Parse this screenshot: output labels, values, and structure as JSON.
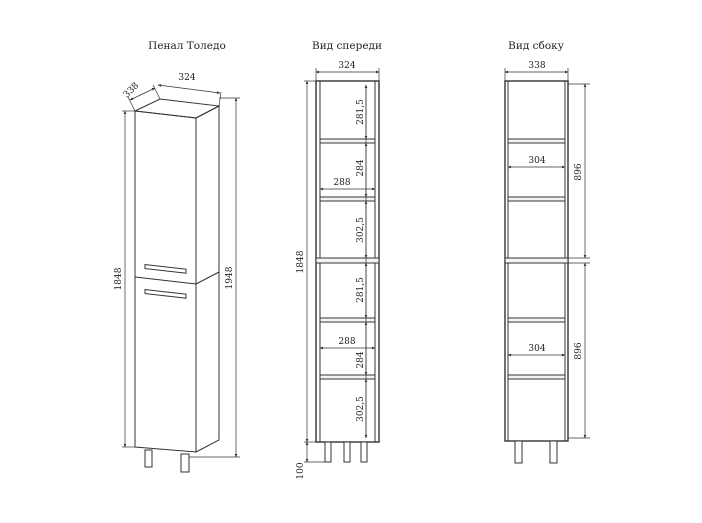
{
  "titles": {
    "iso": "Пенал Толедо",
    "front": "Вид спереди",
    "side": "Вид сбоку"
  },
  "iso_dims": {
    "depth": "338",
    "width": "324",
    "body_height": "1848",
    "total_height": "1948"
  },
  "front_dims": {
    "width": "324",
    "inner_width_top": "288",
    "inner_width_bottom": "288",
    "height": "1848",
    "leg_height": "100",
    "section_heights": [
      "281,5",
      "284",
      "302,5",
      "281,5",
      "284",
      "302,5"
    ]
  },
  "side_dims": {
    "depth": "338",
    "shelf_depth_top": "304",
    "shelf_depth_bottom": "304",
    "section_top": "896",
    "section_bottom": "896"
  }
}
